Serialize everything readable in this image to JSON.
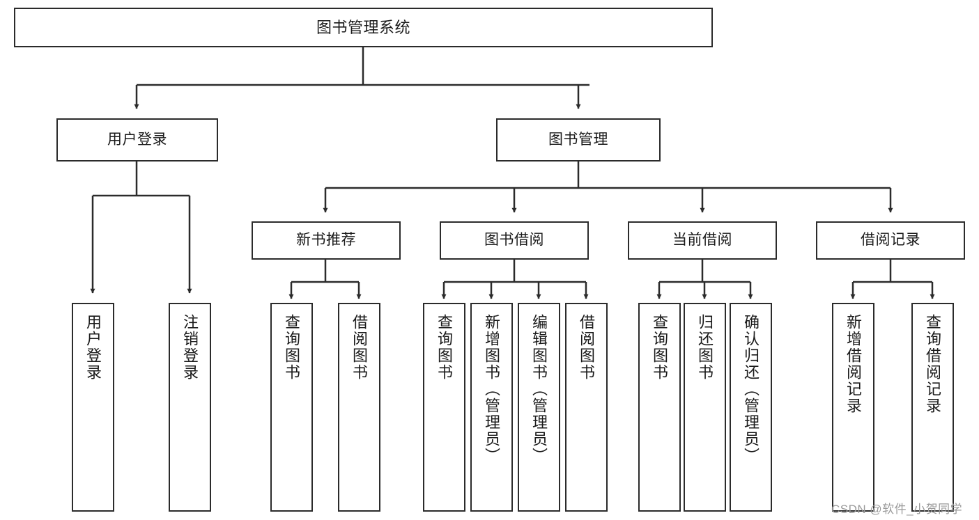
{
  "diagram": {
    "title": "图书管理系统",
    "type": "hierarchy-tree",
    "theme": {
      "stroke": "#2b2b2b",
      "fill": "#ffffff",
      "text": "#1a1a1a",
      "watermark_color": "#9a9a9a"
    },
    "root": {
      "label": "图书管理系统"
    },
    "level2": [
      {
        "label": "用户登录"
      },
      {
        "label": "图书管理"
      }
    ],
    "level3": [
      {
        "label": "新书推荐"
      },
      {
        "label": "图书借阅"
      },
      {
        "label": "当前借阅"
      },
      {
        "label": "借阅记录"
      }
    ],
    "leaves": {
      "user_login": [
        {
          "label": "用户登录"
        },
        {
          "label": "注销登录"
        }
      ],
      "new_book_recommend": [
        {
          "label": "查询图书"
        },
        {
          "label": "借阅图书"
        }
      ],
      "book_borrow": [
        {
          "label": "查询图书"
        },
        {
          "label": "新增图书（管理员）"
        },
        {
          "label": "编辑图书（管理员）"
        },
        {
          "label": "借阅图书"
        }
      ],
      "current_borrow": [
        {
          "label": "查询图书"
        },
        {
          "label": "归还图书"
        },
        {
          "label": "确认归还（管理员）"
        }
      ],
      "borrow_record": [
        {
          "label": "新增借阅记录"
        },
        {
          "label": "查询借阅记录"
        }
      ]
    }
  },
  "watermark": {
    "text": "CSDN @软件_小贺同学"
  }
}
